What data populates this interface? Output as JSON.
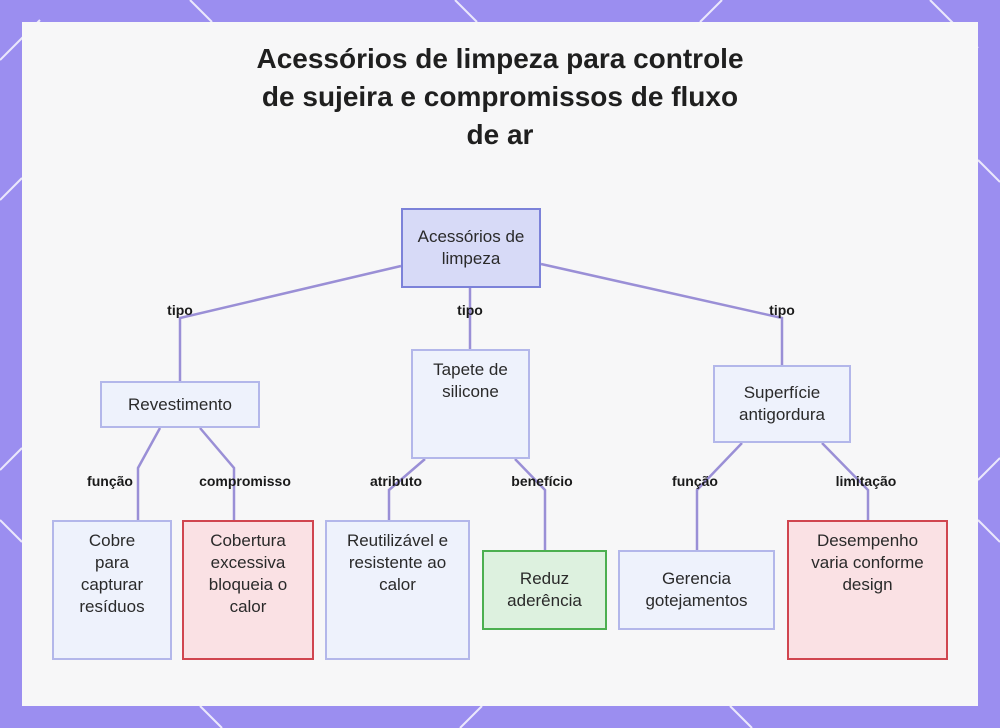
{
  "title_lines": [
    "Acessórios de limpeza para controle",
    "de sujeira e compromissos de fluxo",
    "de ar"
  ],
  "nodes": {
    "root": "Acessórios de limpeza",
    "revestimento": "Revestimento",
    "tapete": "Tapete de silicone",
    "superficie": "Superfície antigordura",
    "cobre": "Cobre para capturar resíduos",
    "cobertura": "Cobertura excessiva bloqueia o calor",
    "reutilizavel": "Reutilizável e resistente ao calor",
    "reduz": "Reduz aderência",
    "gerencia": "Gerencia gotejamentos",
    "desempenho": "Desempenho varia conforme design"
  },
  "edge_labels": {
    "tipo_left": "tipo",
    "tipo_mid": "tipo",
    "tipo_right": "tipo",
    "funcao_left": "função",
    "compromisso": "compromisso",
    "atributo": "atributo",
    "beneficio": "benefício",
    "funcao_right": "função",
    "limitacao": "limitação"
  },
  "colors": {
    "background": "#9b8ef0",
    "edge": "#9a8fd6",
    "node_root": "#d7daf7",
    "node_light": "#eef2fc",
    "node_red_border": "#d0454f",
    "node_green_border": "#4caf50"
  }
}
